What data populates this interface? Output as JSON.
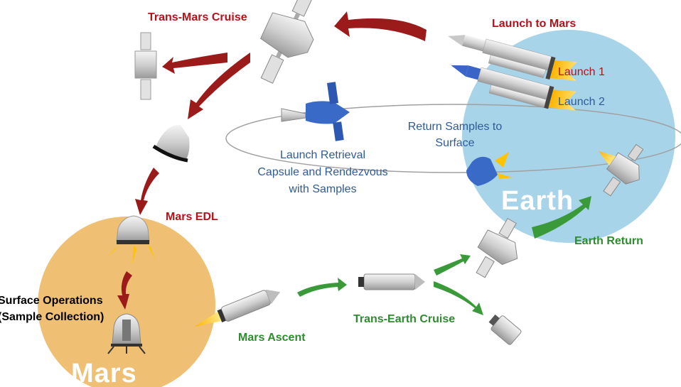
{
  "labels": {
    "trans_mars_cruise": "Trans-Mars Cruise",
    "launch_to_mars": "Launch to Mars",
    "launch_1": "Launch 1",
    "launch_2": "Launch 2",
    "return_samples_line1": "Return Samples to",
    "return_samples_line2": "Surface",
    "launch_retrieval_line1": "Launch Retrieval",
    "launch_retrieval_line2": "Capsule and Rendezvous",
    "launch_retrieval_line3": "with Samples",
    "mars_edl": "Mars EDL",
    "earth_return": "Earth Return",
    "surface_ops_line1": "Surface Operations",
    "surface_ops_line2": "(Sample Collection)",
    "mars_ascent": "Mars Ascent",
    "trans_earth_cruise": "Trans-Earth Cruise"
  },
  "planets": {
    "earth": "Earth",
    "mars": "Mars"
  },
  "colors": {
    "red_arrow": "#9b1b1b",
    "green_arrow": "#3a9a3a",
    "earth": "#a8d4ea",
    "mars": "#efbf74",
    "label_red": "#b5121b",
    "label_green": "#2e8b2e",
    "label_blue": "#2f5b96"
  }
}
